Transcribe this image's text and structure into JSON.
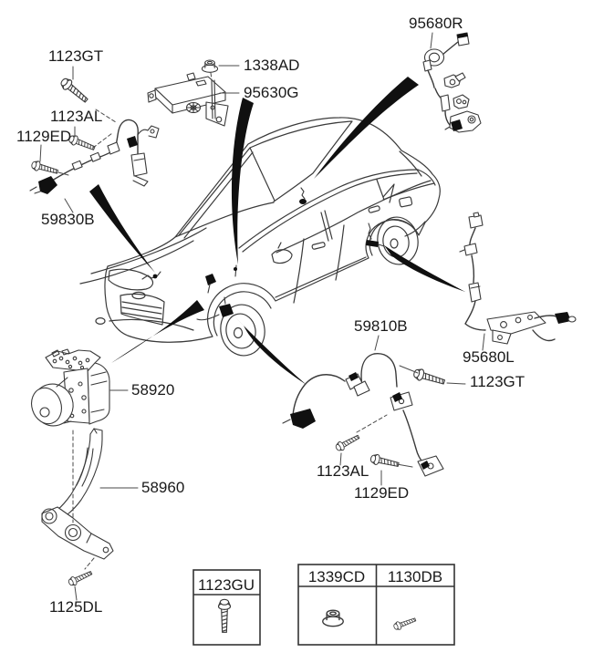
{
  "diagram": {
    "background": "#ffffff",
    "line_color": "#3a3a3a",
    "black_fill": "#101010",
    "text_color": "#1a1a1a"
  },
  "callouts": {
    "bolt_top_left": "1123GT",
    "nut_yaw_sensor": "1338AD",
    "yaw_rate_sensor": "95630G",
    "bolt_front_left": "1123AL",
    "screw_front_left": "1129ED",
    "sensor_front_left": "59830B",
    "sensor_rear_right": "95680R",
    "sensor_front_right": "59810B",
    "sensor_rear_left": "95680L",
    "bolt_rear_left": "1123GT",
    "hydraulic_unit": "58920",
    "bracket": "58960",
    "bolt_front_right": "1123AL",
    "screw_front_right": "1129ED",
    "bolt_bracket": "1125DL"
  },
  "legend": {
    "single_box": {
      "label": "1123GU",
      "icon": "flange-bolt-icon"
    },
    "double_box": {
      "cells": [
        {
          "label": "1339CD",
          "icon": "flange-nut-icon"
        },
        {
          "label": "1130DB",
          "icon": "hex-bolt-icon"
        }
      ]
    }
  }
}
